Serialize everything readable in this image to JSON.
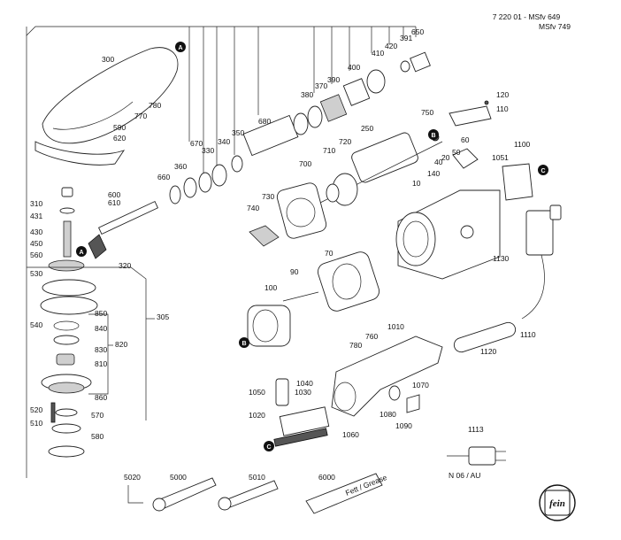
{
  "header": {
    "doc_line1": "7 220 01 - MSfv 649",
    "doc_line2": "MSfv 749"
  },
  "callouts": [
    "300",
    "590",
    "620",
    "670",
    "660",
    "360",
    "330",
    "340",
    "350",
    "680",
    "770",
    "780",
    "600",
    "610",
    "380",
    "370",
    "390",
    "400",
    "410",
    "420",
    "391",
    "650",
    "310",
    "431",
    "430",
    "450",
    "560",
    "530",
    "540",
    "850",
    "840",
    "830",
    "810",
    "820",
    "305",
    "320",
    "860",
    "520",
    "510",
    "570",
    "580",
    "700",
    "710",
    "720",
    "730",
    "740",
    "250",
    "750",
    "60",
    "50",
    "40",
    "20",
    "140",
    "10",
    "120",
    "110",
    "1100",
    "1051",
    "1130",
    "1110",
    "1120",
    "70",
    "90",
    "100",
    "780",
    "760",
    "1010",
    "1050",
    "1040",
    "1030",
    "1020",
    "1060",
    "1070",
    "1080",
    "1090",
    "1113",
    "5020",
    "5000",
    "5010",
    "6000"
  ],
  "markers": {
    "a": "A",
    "b": "B",
    "c": "C"
  },
  "plug_variant": "N 06 / AU",
  "grease_label": "Fett / Grease",
  "logo": "fein"
}
